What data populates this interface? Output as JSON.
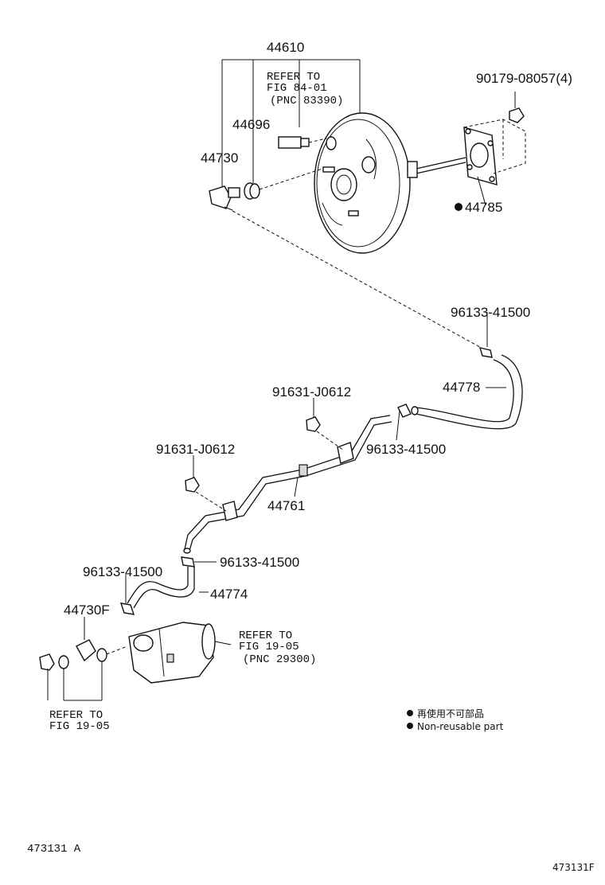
{
  "labels": {
    "p44610": "44610",
    "ref_a_l1": "REFER TO",
    "ref_a_l2": "FIG 84-01",
    "ref_a_l3": "(PNC 83390)",
    "p44696": "44696",
    "p44730": "44730",
    "p90179": "90179-08057(4)",
    "p44785": "44785",
    "p96133_a": "96133-41500",
    "p44778": "44778",
    "p91631_a": "91631-J0612",
    "p96133_b": "96133-41500",
    "p91631_b": "91631-J0612",
    "p44761": "44761",
    "p96133_c": "96133-41500",
    "p96133_d": "96133-41500",
    "p44774": "44774",
    "p44730f": "44730F",
    "ref_b_l1": "REFER TO",
    "ref_b_l2": "FIG 19-05",
    "ref_b_l3": "(PNC 29300)",
    "ref_c_l1": "REFER TO",
    "ref_c_l2": "FIG 19-05"
  },
  "legend": {
    "line_jp": "再使用不可部品",
    "line_en": "Non-reusable part"
  },
  "footer": {
    "left_code": "473131 A",
    "right_code": "473131F"
  }
}
